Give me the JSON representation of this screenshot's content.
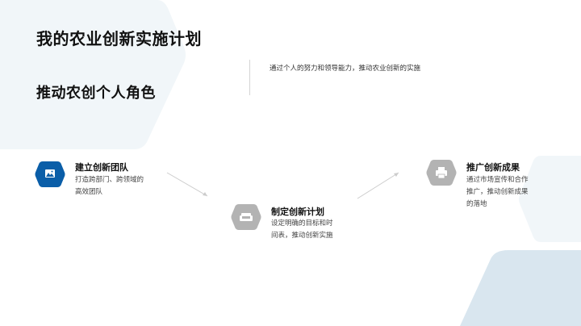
{
  "slide": {
    "title": "我的农业创新实施计划",
    "subtitle": "推动农创个人角色",
    "description": "通过个人的努力和领导能力，推动农业创新的实施"
  },
  "steps": [
    {
      "title": "建立创新团队",
      "text": "打造跨部门、跨领域的高效团队",
      "icon": "image-icon",
      "color": "#0a5ea8"
    },
    {
      "title": "制定创新计划",
      "text": "设定明确的目标和时间表，推动创新实施",
      "icon": "sofa-icon",
      "color": "#b3b3b3"
    },
    {
      "title": "推广创新成果",
      "text": "通过市场宣传和合作推广，推动创新成果的落地",
      "icon": "printer-icon",
      "color": "#b3b3b3"
    }
  ],
  "colors": {
    "accent": "#0a5ea8",
    "muted_icon": "#b3b3b3",
    "bg_pale": "#f1f6f9",
    "bg_blue": "#d9e6ef"
  }
}
